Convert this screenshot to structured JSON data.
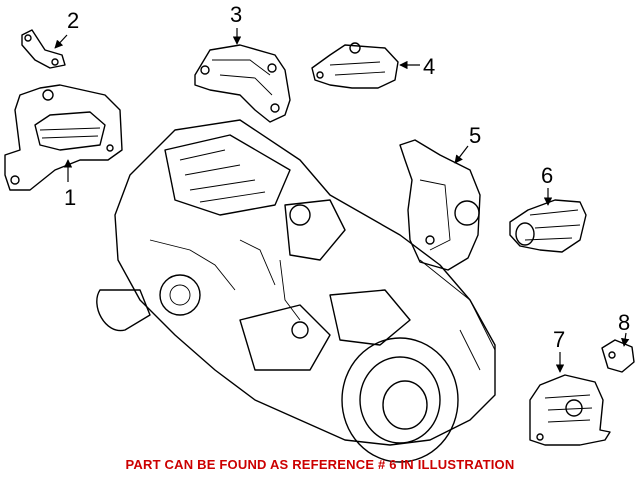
{
  "callouts": [
    "1",
    "2",
    "3",
    "4",
    "5",
    "6",
    "7",
    "8"
  ],
  "notice": "PART CAN BE FOUND AS REFERENCE # 6 IN ILLUSTRATION",
  "colors": {
    "notice": "#cc0000",
    "line": "#000000"
  }
}
